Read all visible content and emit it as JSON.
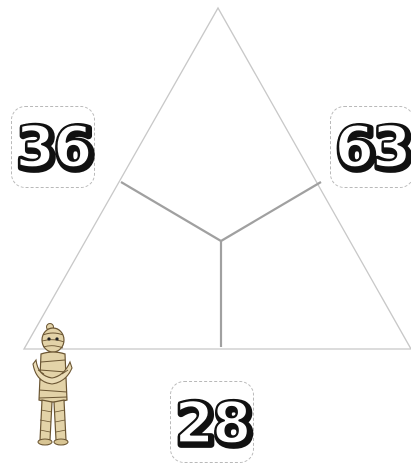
{
  "puzzle": {
    "left_number": "36",
    "right_number": "63",
    "bottom_number": "28"
  },
  "icons": {
    "character": "mummy-icon"
  },
  "colors": {
    "triangle_stroke": "#c8c8c8",
    "divider_stroke": "#a0a0a0",
    "number_fill": "#ffffff",
    "number_outline": "#111111",
    "card_border": "#b9b9b9",
    "mummy_wrap": "#e3d3a8",
    "mummy_line": "#6b5633"
  }
}
